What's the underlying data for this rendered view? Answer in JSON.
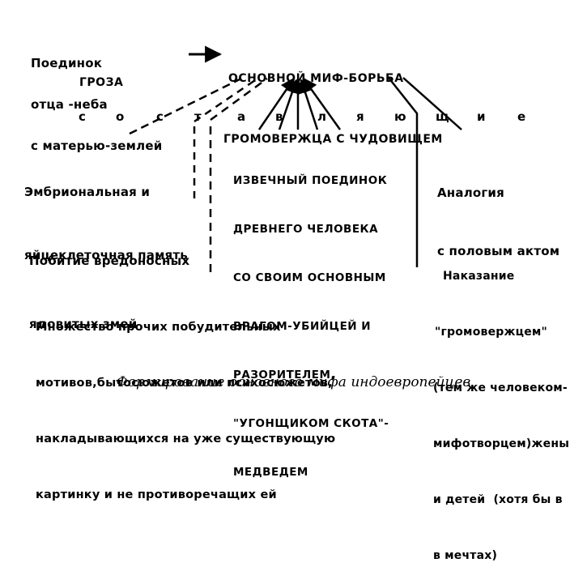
{
  "left_source": {
    "lines": [
      "Поединок",
      "отца -неба",
      "с матерью-землей"
    ],
    "sub": "ГРОЗА"
  },
  "main_myth": {
    "lines": [
      "ОСНОВНОЙ МИФ-БОРЬБА",
      "ГРОМОВЕРЖЦА С ЧУДОВИЩЕМ"
    ]
  },
  "components_letters": [
    "с",
    "о",
    "с",
    "т",
    "а",
    "в",
    "л",
    "я",
    "ю",
    "щ",
    "и",
    "е"
  ],
  "blocks": {
    "embryonic": [
      "Эмбриональная и",
      "яйцеклеточная память"
    ],
    "snakes": [
      "Побитие вредоносных",
      "ядовитых змей"
    ],
    "duel": [
      "ИЗВЕЧНЫЙ ПОЕДИНОК",
      "ДРЕВНЕГО ЧЕЛОВЕКА",
      "СО СВОИМ ОСНОВНЫМ",
      "ВРАГОМ-УБИЙЦЕЙ И",
      "РАЗОРИТЕЛЕМ,",
      "\"УГОНЩИКОМ СКОТА\"-",
      "МЕДВЕДЕМ"
    ],
    "analogy": [
      "Аналогия",
      "с половым актом"
    ],
    "punishment": [
      "Наказание",
      "\"громовержцем\"",
      "(тем же человеком-",
      "мифотворцем)жены",
      "и детей  (хотя бы в",
      "в мечтах)"
    ],
    "motives": [
      "Множество прочих побудительных",
      "мотивов,бытосюжетов или психосюжетов,",
      "накладывающихся на уже существующую",
      "картинку и не противоречащих ей"
    ]
  },
  "caption": "Формирование основного мифа индоевропейцев"
}
